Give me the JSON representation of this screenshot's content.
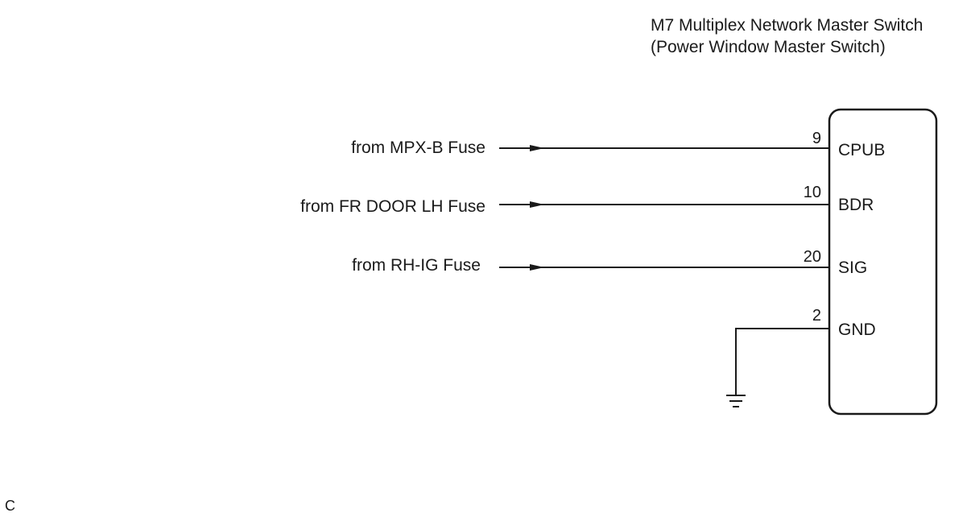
{
  "component": {
    "title_line1": "M7 Multiplex Network Master Switch",
    "title_line2": "(Power Window Master Switch)"
  },
  "connections": [
    {
      "source": "from MPX-B Fuse",
      "pin": "9",
      "terminal": "CPUB",
      "type": "input"
    },
    {
      "source": "from FR DOOR LH Fuse",
      "pin": "10",
      "terminal": "BDR",
      "type": "input"
    },
    {
      "source": "from RH-IG Fuse",
      "pin": "20",
      "terminal": "SIG",
      "type": "input"
    },
    {
      "source": "",
      "pin": "2",
      "terminal": "GND",
      "type": "ground"
    }
  ],
  "corner_mark": "C",
  "icons": {
    "arrow": "arrow-right-icon",
    "ground": "ground-icon"
  }
}
